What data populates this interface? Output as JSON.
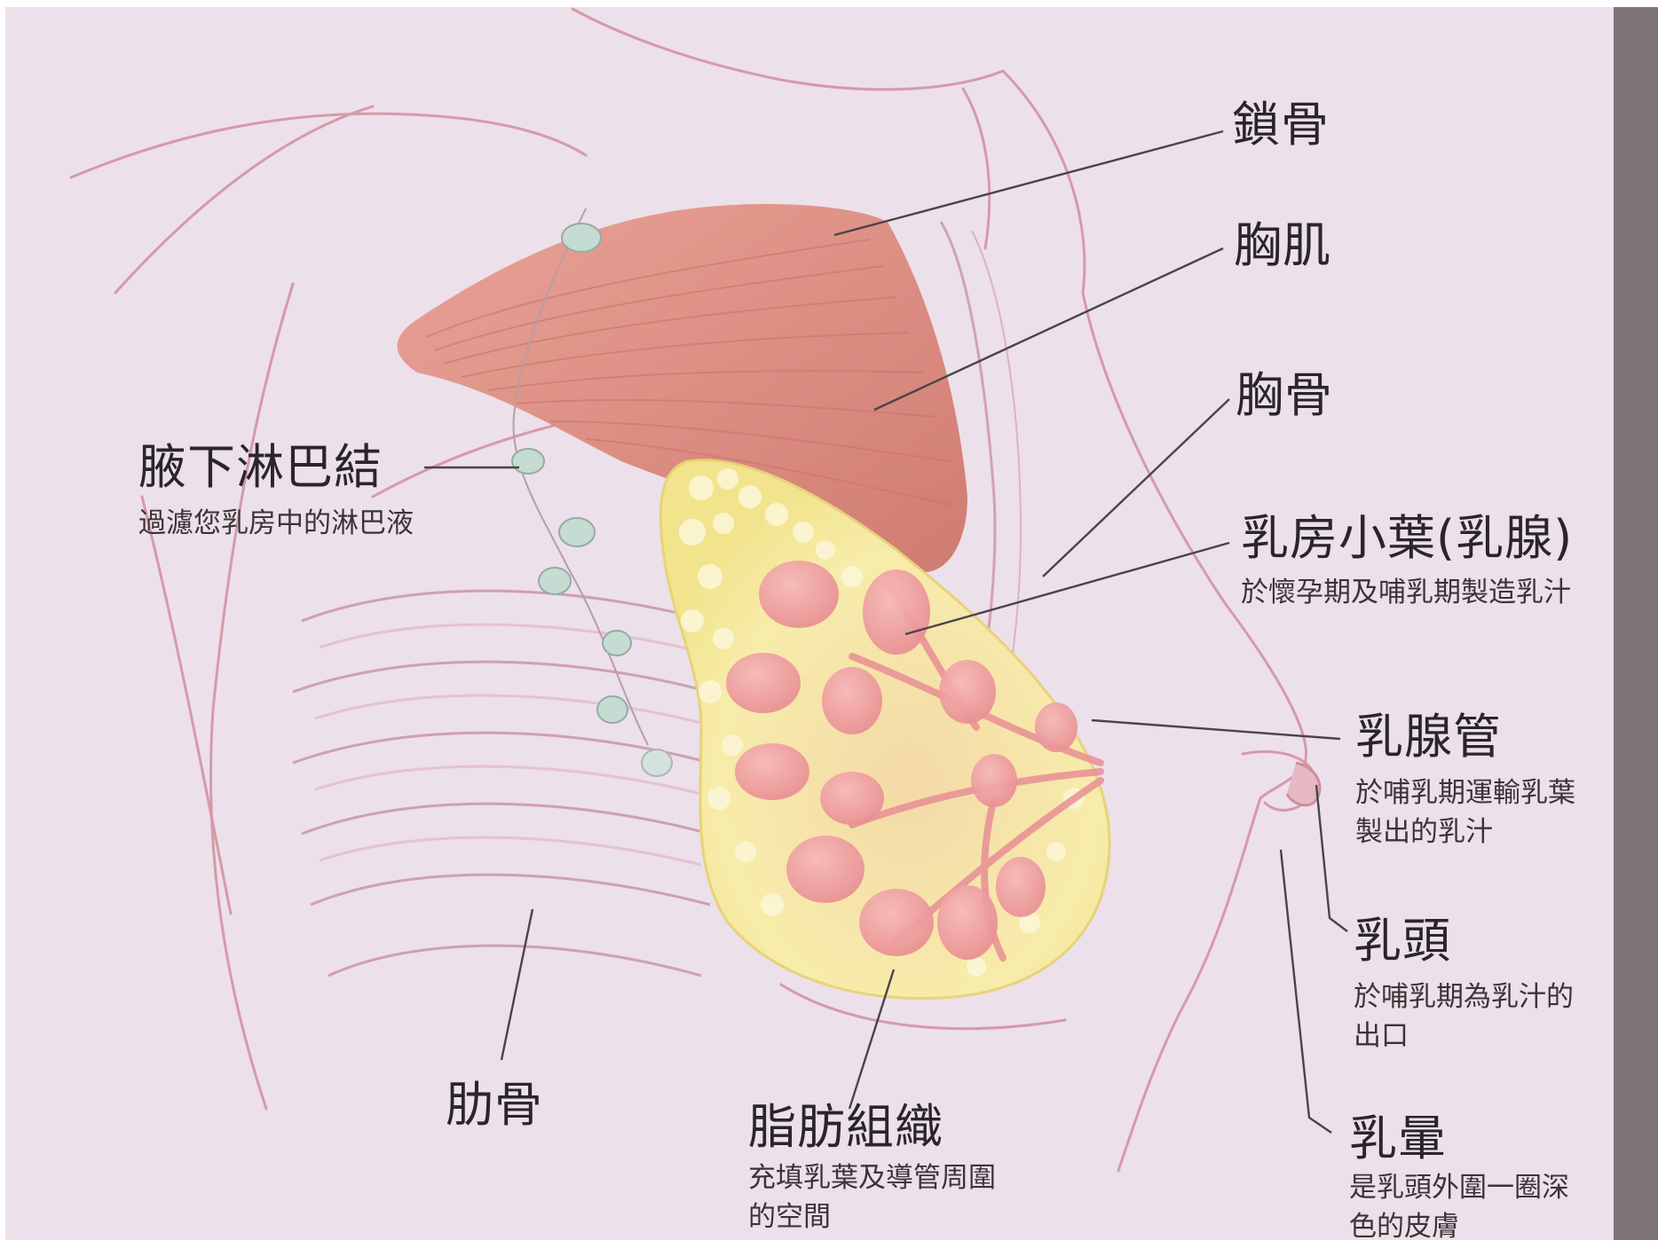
{
  "labels": {
    "clavicle": {
      "title": "鎖骨"
    },
    "pectoral": {
      "title": "胸肌"
    },
    "sternum": {
      "title": "胸骨"
    },
    "lymph": {
      "title": "腋下淋巴結",
      "desc": "過濾您乳房中的淋巴液"
    },
    "lobules": {
      "title": "乳房小葉(乳腺)",
      "desc": "於懷孕期及哺乳期製造乳汁"
    },
    "ducts": {
      "title": "乳腺管",
      "desc": "於哺乳期運輸乳葉製出的乳汁"
    },
    "nipple": {
      "title": "乳頭",
      "desc": "於哺乳期為乳汁的出口"
    },
    "areola": {
      "title": "乳暈",
      "desc": "是乳頭外圍一圈深色的皮膚"
    },
    "ribs": {
      "title": "肋骨"
    },
    "fat": {
      "title": "脂肪組織",
      "desc": "充填乳葉及導管周圍的空間"
    }
  },
  "colors": {
    "paper": "#eee0ea",
    "muscle": "#dc8f85",
    "fat": "#f6eda0",
    "lobule": "#ef9c9e",
    "lymph-node": "#c7ddd5",
    "leader-line": "#4a4448"
  }
}
